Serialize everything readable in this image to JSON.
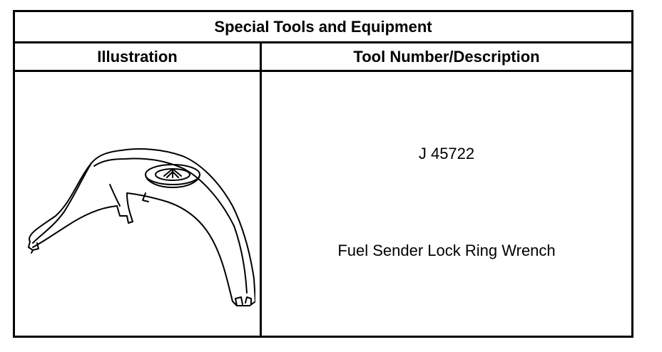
{
  "table": {
    "title": "Special Tools and Equipment",
    "headers": {
      "illustration": "Illustration",
      "description": "Tool Number/Description"
    },
    "rows": [
      {
        "illustration_icon": "lock-ring-wrench-icon",
        "tool_number": "J 45722",
        "description": "Fuel Sender Lock Ring Wrench"
      }
    ]
  },
  "colors": {
    "border": "#000000",
    "background": "#ffffff",
    "text": "#000000"
  }
}
